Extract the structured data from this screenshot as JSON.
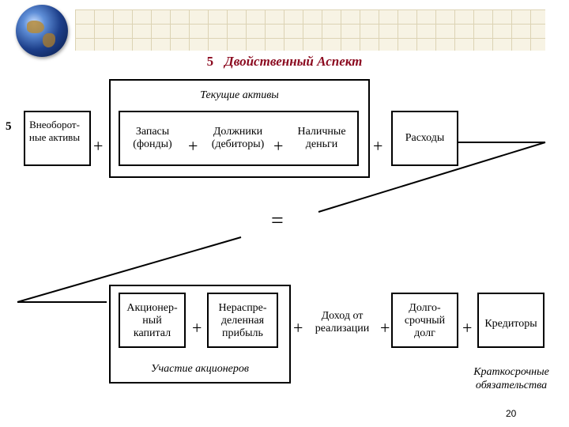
{
  "header": {
    "number": "5",
    "title": "Двойственный Аспект"
  },
  "top": {
    "group_label": "Текущие активы",
    "left_number": "5",
    "fixed_assets": "Внеоборот-\nные активы",
    "inventory": "Запасы\n(фонды)",
    "debtors": "Должники\n(дебиторы)",
    "cash": "Наличные\nденьги",
    "expenses": "Расходы"
  },
  "equals": "=",
  "plus": "+",
  "bottom": {
    "share_capital": "Акционер-\nный\nкапитал",
    "retained_profit": "Нераспре-\nделенная\nприбыль",
    "group_label": "Участие акционеров",
    "sales_income": "Доход от\nреализации",
    "long_debt": "Долго-\nсрочный\nдолг",
    "creditors": "Кредиторы",
    "short_liabilities": "Краткосрочные\nобязательства"
  },
  "page_number": "20"
}
